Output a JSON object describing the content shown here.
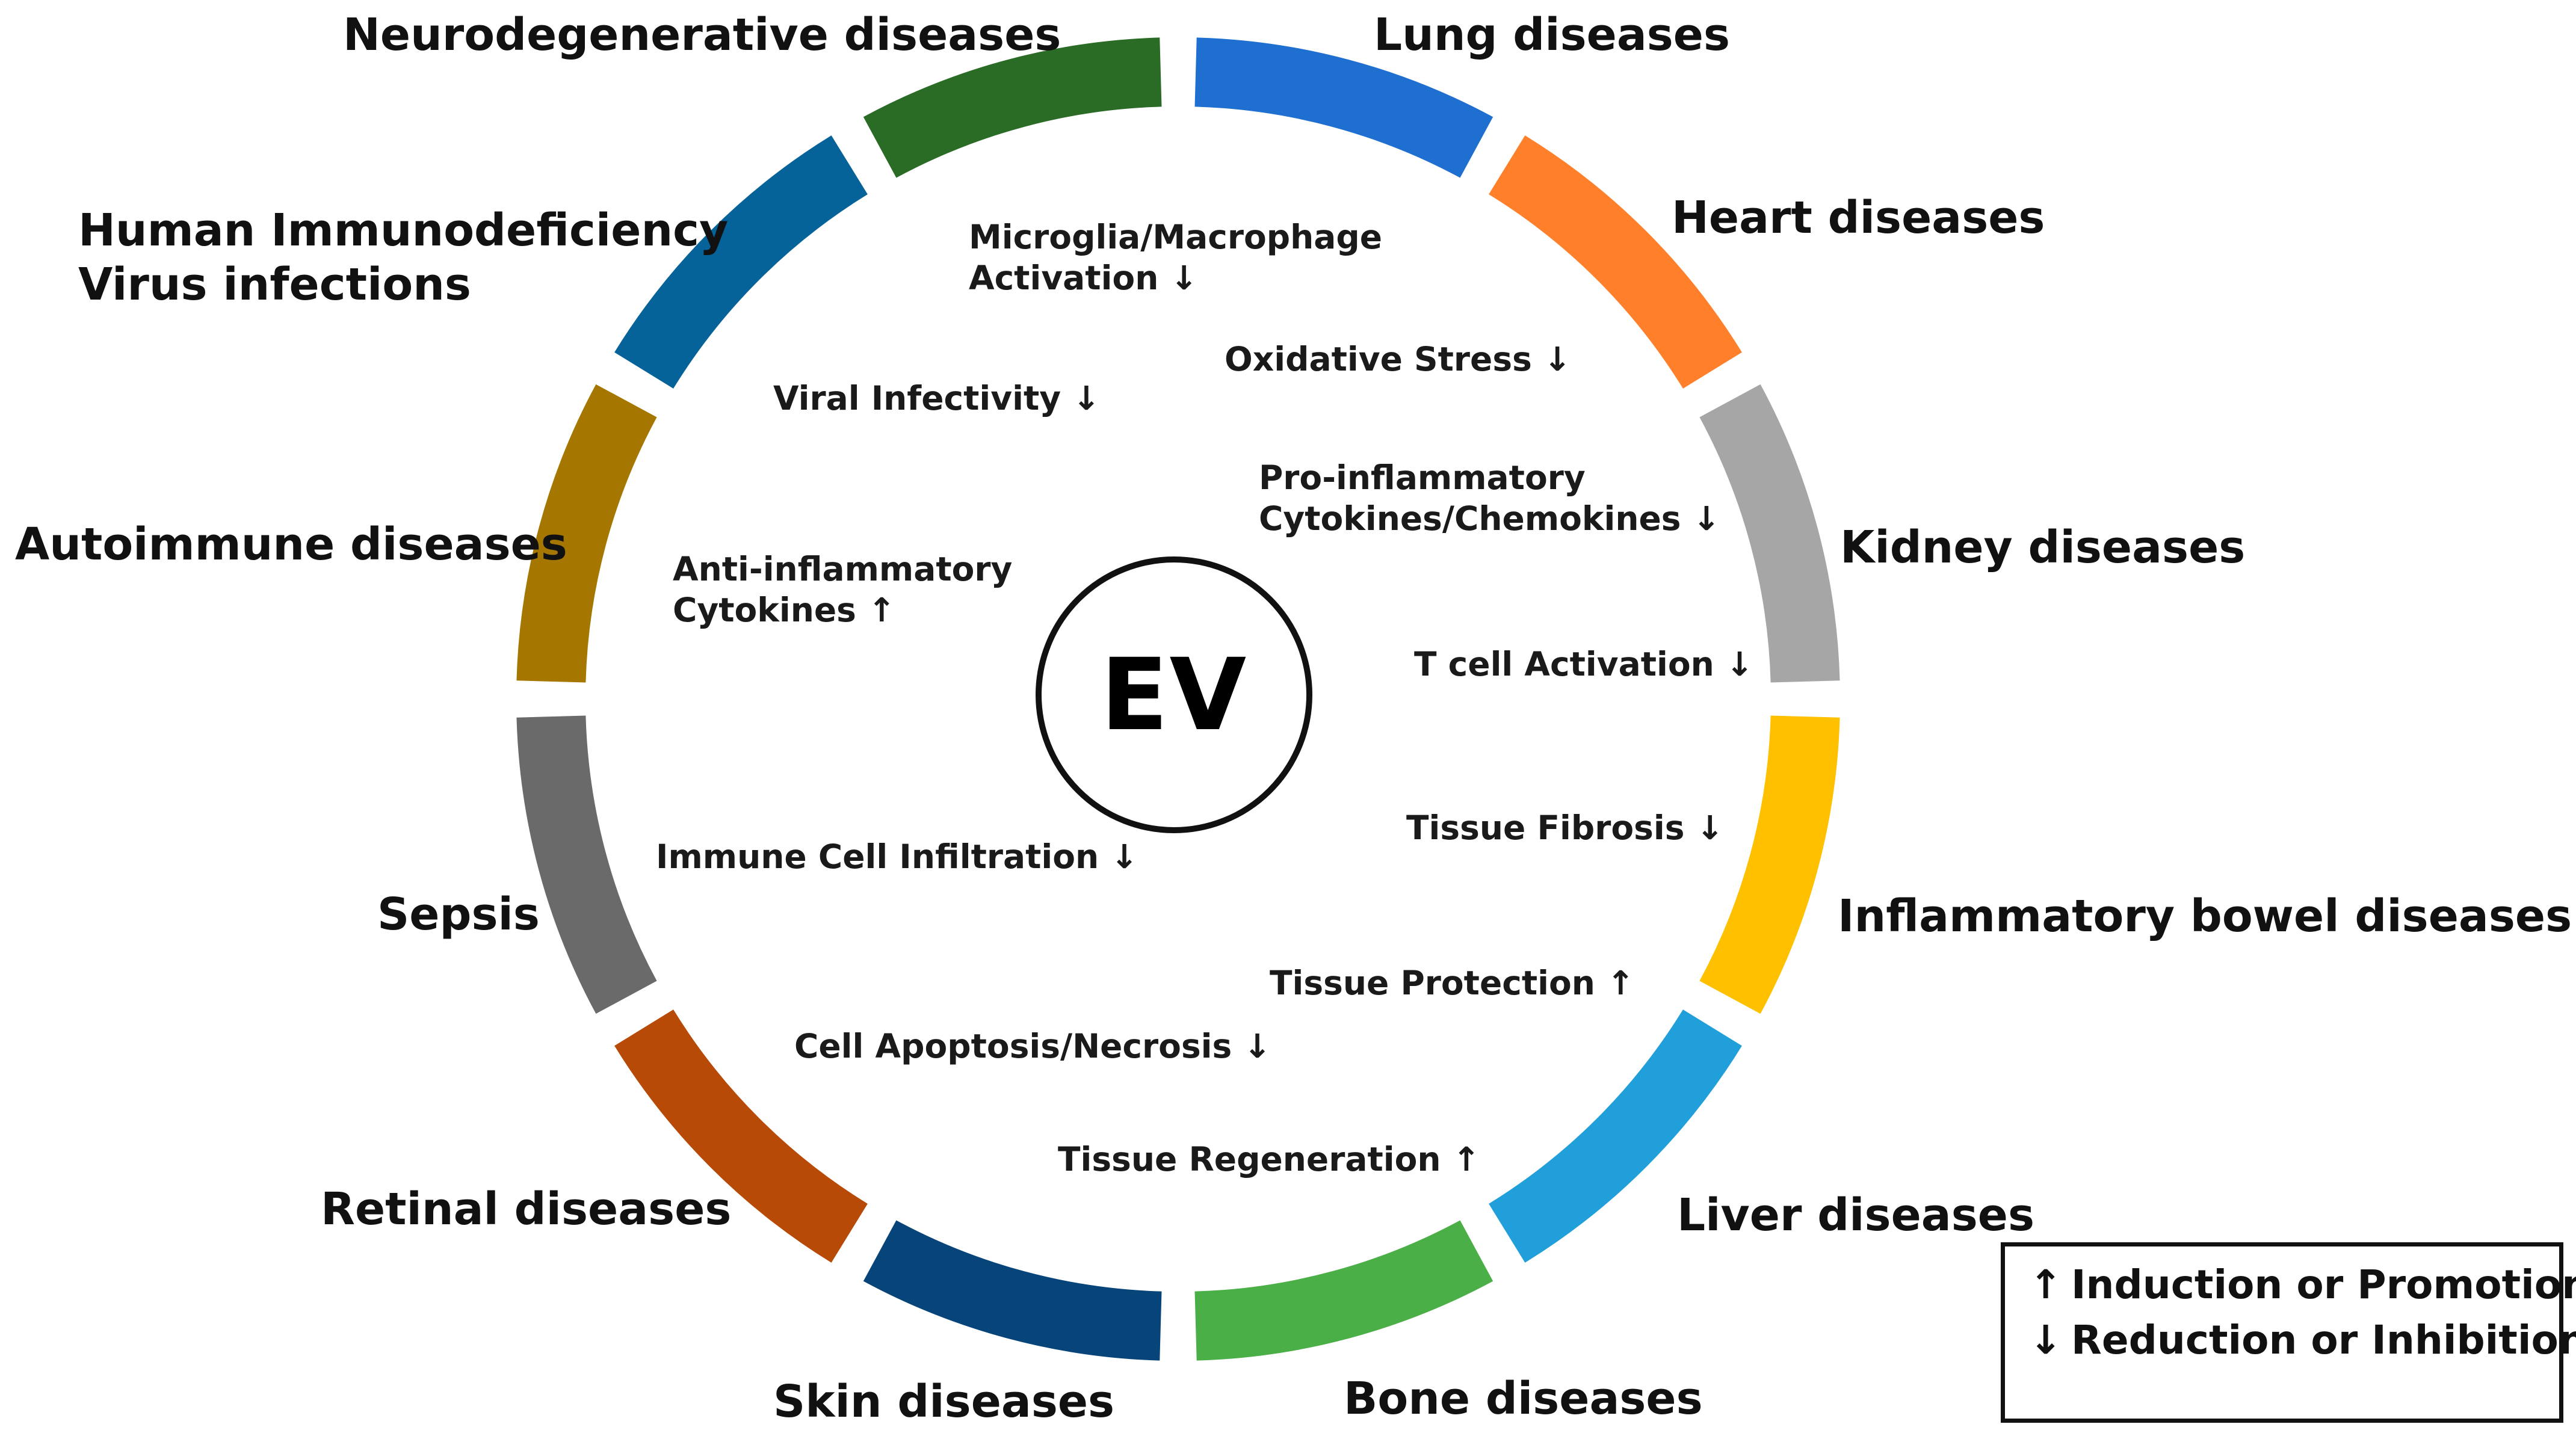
{
  "center": {
    "label": "EV"
  },
  "segments": [
    {
      "id": "lung",
      "label": "Lung diseases",
      "color": "#1F6FD1"
    },
    {
      "id": "heart",
      "label": "Heart diseases",
      "color": "#FF7F2A"
    },
    {
      "id": "kidney",
      "label": "Kidney diseases",
      "color": "#A6A6A6"
    },
    {
      "id": "ibd",
      "label": "Inflammatory bowel diseases",
      "color": "#FFC000"
    },
    {
      "id": "liver",
      "label": "Liver diseases",
      "color": "#219FDA"
    },
    {
      "id": "bone",
      "label": "Bone diseases",
      "color": "#4BAF47"
    },
    {
      "id": "skin",
      "label": "Skin diseases",
      "color": "#07447A"
    },
    {
      "id": "retinal",
      "label": "Retinal diseases",
      "color": "#B84A07"
    },
    {
      "id": "sepsis",
      "label": "Sepsis",
      "color": "#6A6A6A"
    },
    {
      "id": "autoimmune",
      "label": "Autoimmune diseases",
      "color": "#A67700"
    },
    {
      "id": "hiv",
      "label": [
        "Human Immunodeficiency",
        "Virus infections"
      ],
      "color": "#066399"
    },
    {
      "id": "neuro",
      "label": "Neurodegenerative diseases",
      "color": "#2A6B25"
    }
  ],
  "effects": [
    {
      "id": "microglia",
      "lines": [
        "Microglia/Macrophage",
        "Activation ↓"
      ]
    },
    {
      "id": "oxidative",
      "lines": [
        "Oxidative Stress ↓"
      ]
    },
    {
      "id": "proinflammatory",
      "lines": [
        "Pro-inflammatory",
        "Cytokines/Chemokines ↓"
      ]
    },
    {
      "id": "tcell",
      "lines": [
        "T cell Activation ↓"
      ]
    },
    {
      "id": "fibrosis",
      "lines": [
        "Tissue Fibrosis ↓"
      ]
    },
    {
      "id": "protection",
      "lines": [
        "Tissue Protection  ↑"
      ]
    },
    {
      "id": "regeneration",
      "lines": [
        "Tissue Regeneration  ↑"
      ]
    },
    {
      "id": "apoptosis",
      "lines": [
        "Cell Apoptosis/Necrosis ↓"
      ]
    },
    {
      "id": "infiltration",
      "lines": [
        "Immune Cell Infiltration ↓"
      ]
    },
    {
      "id": "antiinflammatory",
      "lines": [
        "Anti-inflammatory",
        "Cytokines ↑"
      ]
    },
    {
      "id": "viral",
      "lines": [
        "Viral Infectivity ↓"
      ]
    }
  ],
  "legend": [
    {
      "symbol": "↑",
      "text": "Induction or Promotion"
    },
    {
      "symbol": "↓",
      "text": "Reduction or Inhibition"
    }
  ]
}
